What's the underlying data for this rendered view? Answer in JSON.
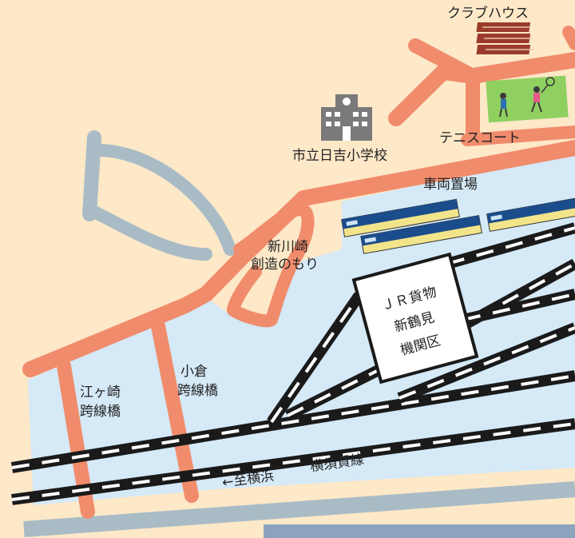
{
  "map": {
    "colors": {
      "background": "#fde8c8",
      "water_area": "#d5e9f7",
      "road": "#f08c6c",
      "river": "#a9bcc6",
      "rail_black": "#1a1a1a",
      "rail_white": "#ffffff",
      "train_blue": "#1b4d8c",
      "train_cream": "#f2e48a",
      "tennis_green": "#8fd061",
      "clubhouse_brick": "#9a3b2c"
    },
    "labels": {
      "clubhouse": "クラブハウス",
      "school": "市立日吉小学校",
      "tennis_court": "テニスコート",
      "yard": "車両置場",
      "park_line1": "新川崎",
      "park_line2": "創造のもり",
      "jr_line1": "ＪＲ貨物",
      "jr_line2": "新鶴見",
      "jr_line3": "機関区",
      "ogura_line1": "小倉",
      "ogura_line2": "跨線橋",
      "egasaki_line1": "江ヶ崎",
      "egasaki_line2": "跨線橋",
      "yokosuka_line": "横須賀線",
      "to_yokohama": "←至横浜"
    },
    "icons": {
      "school": "school-building-icon",
      "clubhouse": "clubhouse-building-icon",
      "tennis": "tennis-players-icon",
      "trains": "train-icon"
    }
  }
}
